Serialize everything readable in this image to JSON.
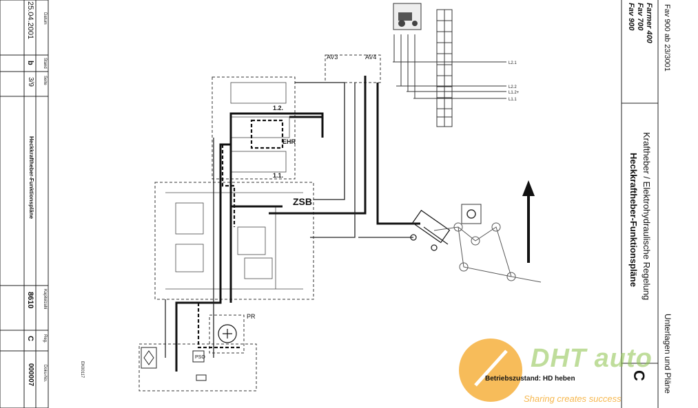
{
  "title_block": {
    "header_datum": "Datum",
    "header_stand": "Stand",
    "header_seite": "Seite",
    "datum": "25.04.2001",
    "stand": "b",
    "seite": "3/9",
    "title": "Heckkraftheber-Funktionspläne",
    "header_kapitel": "Kapitelzahl",
    "header_reg": "Reg.",
    "header_doku": "Doku-No.",
    "kapitel": "8610",
    "reg": "C",
    "doku": "000007"
  },
  "right_block": {
    "line1": "Fav 900 ab 23/3001",
    "line2": "Farmer 400",
    "line3": "Fav 700",
    "line4": "Fav 900",
    "heading1": "Kraftheber / Elektrohydraulische Regelung",
    "heading2": "Heckkraftheber-Funktionspläne",
    "side_text": "Unterlagen und Pläne",
    "reg_letter": "C"
  },
  "diagram": {
    "labels": {
      "av3": "AV3",
      "av4": "AV4",
      "zsb": "ZSB",
      "ehr": "EHR",
      "v12": "1.2.",
      "v11": "1.1.",
      "pr": "PR",
      "pso": "PSO",
      "ref": "EK00117",
      "l21": "L2.1",
      "l22": "L2.2",
      "l12p": "L1.2+",
      "l11": "L1.1"
    }
  },
  "footer": {
    "betrieb": "Betriebszustand: HD heben"
  },
  "watermark": {
    "brand": "DHT auto",
    "slogan": "Sharing creates success"
  },
  "colors": {
    "line": "#1a1a1a",
    "watermark_orange": "#f5a623",
    "watermark_green": "#8bc34a"
  }
}
